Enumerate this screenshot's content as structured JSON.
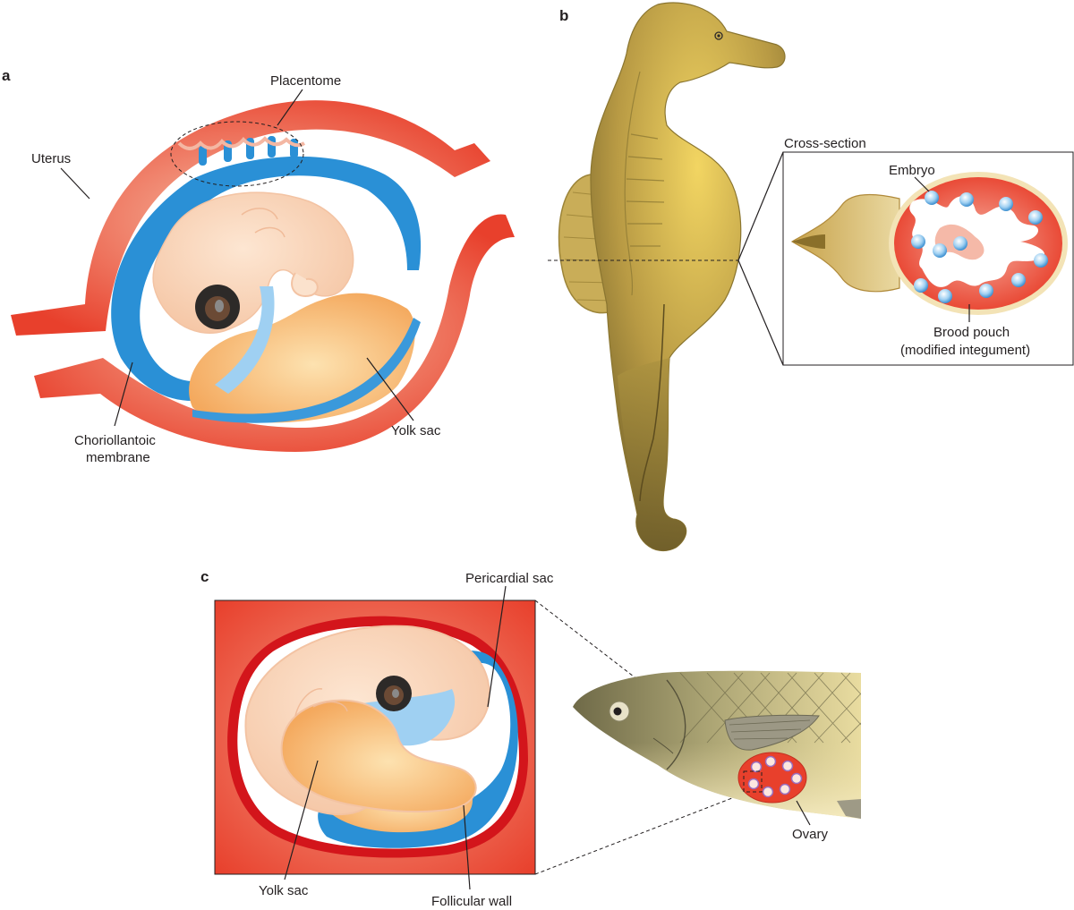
{
  "panels": {
    "a": {
      "letter": "a",
      "labels": {
        "placentome": "Placentome",
        "uterus": "Uterus",
        "chorio_line1": "Choriollantoic",
        "chorio_line2": "membrane",
        "yolk_sac": "Yolk sac"
      }
    },
    "b": {
      "letter": "b",
      "labels": {
        "cross_section": "Cross-section",
        "embryo": "Embryo",
        "brood_line1": "Brood pouch",
        "brood_line2": "(modified integument)"
      }
    },
    "c": {
      "letter": "c",
      "labels": {
        "pericardial_sac": "Pericardial sac",
        "yolk_sac": "Yolk sac",
        "follicular_wall": "Follicular wall",
        "ovary": "Ovary"
      }
    }
  },
  "colors": {
    "uterus_red": "#e8402c",
    "uterus_light": "#f08a70",
    "membrane_blue": "#2a90d6",
    "membrane_light": "#9fd0f2",
    "embryo_peach": "#f8d2b4",
    "yolk_orange": "#f6b36a",
    "seahorse_olive": "#b89a44",
    "fish_olive": "#8e8a5e"
  },
  "icons": {
    "embryo_bead": "embryo-bead-icon",
    "fish_eye": "fish-eye-icon"
  }
}
